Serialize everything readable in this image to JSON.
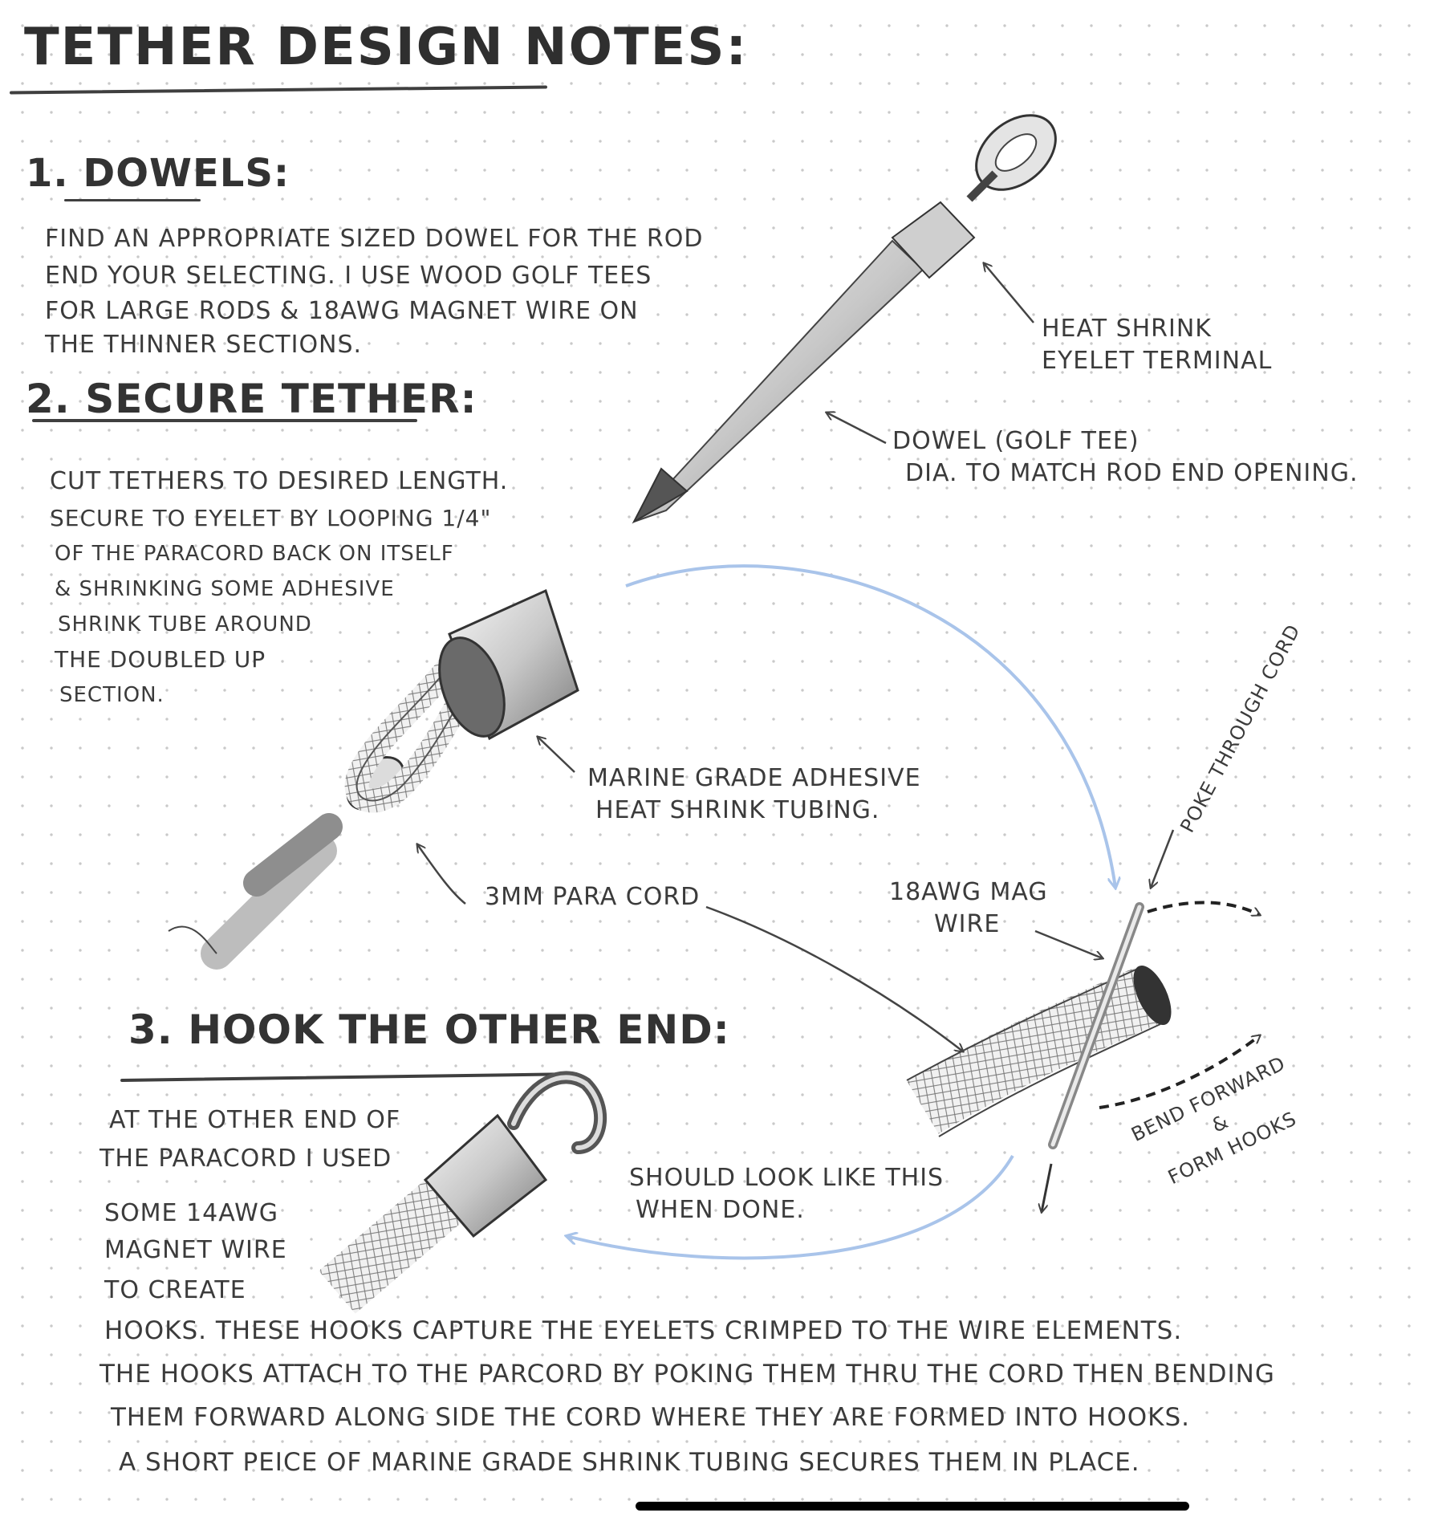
{
  "title": "Tether Design Notes:",
  "sections": [
    {
      "heading": "1. Dowels:",
      "lines": [
        "Find an appropriate sized dowel for the rod",
        "end your selecting. I use wood golf tees",
        "for large rods & 18awg magnet wire on",
        "the thinner sections."
      ]
    },
    {
      "heading": "2. Secure Tether:",
      "lines": [
        "Cut tethers to desired length.",
        "Secure to eyelet by looping 1/4\"",
        "of the paracord back on itself",
        "& shrinking some adhesive",
        "shrink tube around",
        "the doubled up",
        "section."
      ]
    },
    {
      "heading": "3. Hook the other end:",
      "lines": [
        "At the other end of",
        "the paracord I used",
        "some 14awg",
        "magnet wire",
        "to create",
        "hooks. These hooks capture the eyelets crimped to the wire elements.",
        "The hooks attach to the parcord by poking them thru the cord then bending",
        "them forward along side the cord where they are formed into hooks.",
        "A short peice of marine grade shrink tubing secures them in place."
      ]
    }
  ],
  "annotations": {
    "heat_shrink": [
      "Heat Shrink",
      "Eyelet Terminal"
    ],
    "dowel": [
      "Dowel (Golf Tee)",
      "Dia. to match rod end opening."
    ],
    "marine_tubing": [
      "Marine Grade Adhesive",
      "Heat Shrink Tubing."
    ],
    "paracord": "3mm Para Cord",
    "mag_wire": [
      "18awg Mag",
      "wire"
    ],
    "poke": "Poke through cord",
    "bend": [
      "Bend forward",
      "&",
      "form hooks"
    ],
    "should_look": [
      "Should look like this",
      "when done."
    ]
  },
  "colors": {
    "ink": "#3a3a3a",
    "arrow_blue": "#a9c4ea",
    "dot_grid": "#c9c9c9"
  }
}
